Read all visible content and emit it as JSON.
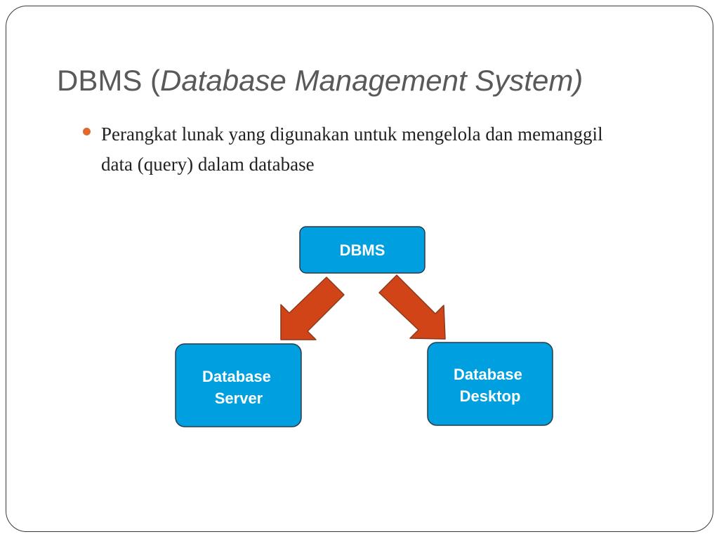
{
  "slide": {
    "title_plain": "DBMS (",
    "title_italic": "Database Management System)",
    "bullet": "Perangkat lunak yang digunakan untuk mengelola dan memanggil data (query) dalam database"
  },
  "diagram": {
    "nodes": {
      "dbms": [
        "DBMS"
      ],
      "server": [
        "Database",
        "Server"
      ],
      "desktop": [
        "Database",
        "Desktop"
      ]
    },
    "colors": {
      "node_fill": "#00a0e0",
      "node_stroke": "#2b3a47",
      "arrow_fill": "#d14418",
      "arrow_stroke": "#8a3a1c",
      "bullet": "#e06a2c",
      "title": "#595959"
    }
  }
}
